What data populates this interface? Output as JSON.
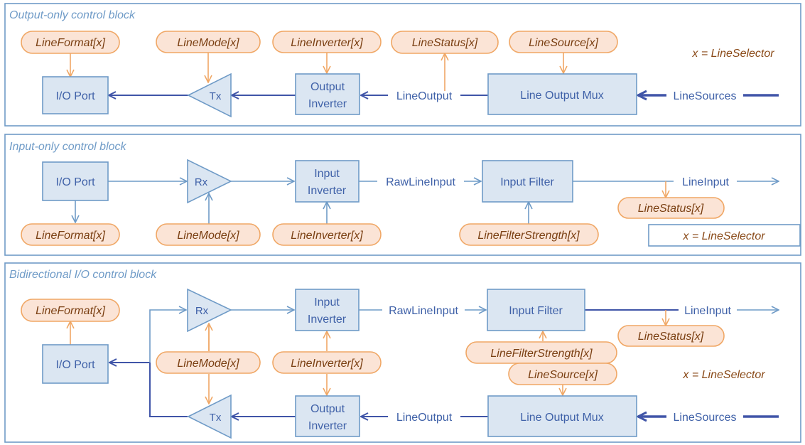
{
  "panels": [
    {
      "title": "Output-only control block",
      "features": {
        "line_format": "LineFormat[x]",
        "line_mode": "LineMode[x]",
        "line_inverter": "LineInverter[x]",
        "line_status": "LineStatus[x]",
        "line_source": "LineSource[x]"
      },
      "blocks": {
        "io_port": "I/O Port",
        "tx": "Tx",
        "output_inverter": [
          "Output",
          "Inverter"
        ],
        "line_output_mux": "Line Output Mux"
      },
      "signals": {
        "line_output": "LineOutput",
        "line_sources": "LineSources"
      },
      "note": "x = LineSelector"
    },
    {
      "title": "Input-only control block",
      "features": {
        "line_format": "LineFormat[x]",
        "line_mode": "LineMode[x]",
        "line_inverter": "LineInverter[x]",
        "line_filter_strength": "LineFilterStrength[x]",
        "line_status": "LineStatus[x]"
      },
      "blocks": {
        "io_port": "I/O Port",
        "rx": "Rx",
        "input_inverter": [
          "Input",
          "Inverter"
        ],
        "input_filter": "Input Filter"
      },
      "signals": {
        "raw_line_input": "RawLineInput",
        "line_input": "LineInput"
      },
      "note": "x = LineSelector"
    },
    {
      "title": "Bidirectional I/O control block",
      "features": {
        "line_format": "LineFormat[x]",
        "line_mode": "LineMode[x]",
        "line_inverter": "LineInverter[x]",
        "line_filter_strength": "LineFilterStrength[x]",
        "line_source": "LineSource[x]",
        "line_status": "LineStatus[x]"
      },
      "blocks": {
        "io_port": "I/O Port",
        "rx": "Rx",
        "tx": "Tx",
        "input_inverter": [
          "Input",
          "Inverter"
        ],
        "output_inverter": [
          "Output",
          "Inverter"
        ],
        "input_filter": "Input Filter",
        "line_output_mux": "Line Output Mux"
      },
      "signals": {
        "raw_line_input": "RawLineInput",
        "line_input": "LineInput",
        "line_output": "LineOutput",
        "line_sources": "LineSources"
      },
      "note": "x = LineSelector"
    }
  ]
}
